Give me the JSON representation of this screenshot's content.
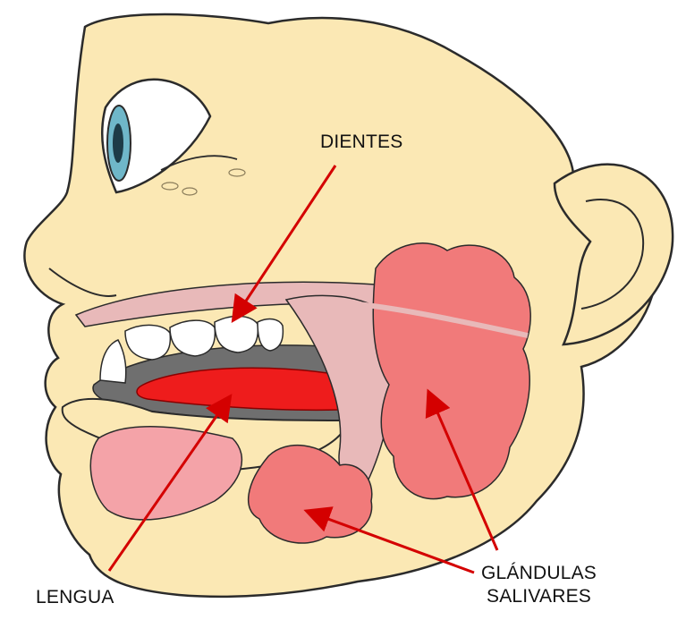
{
  "labels": {
    "teeth": "DIENTES",
    "tongue": "LENGUA",
    "glands_line1": "GLÁNDULAS",
    "glands_line2": "SALIVARES"
  },
  "colors": {
    "skin": "#fbe8b4",
    "outline": "#2b2b2b",
    "gland": "#f17a7a",
    "gland_light": "#f4a3a8",
    "tongue": "#ee1c1c",
    "mouth_cavity": "#6f6f6f",
    "teeth": "#ffffff",
    "muscle": "#e8b9b9",
    "eye_iris": "#6fb7c9",
    "arrow": "#d40000"
  }
}
